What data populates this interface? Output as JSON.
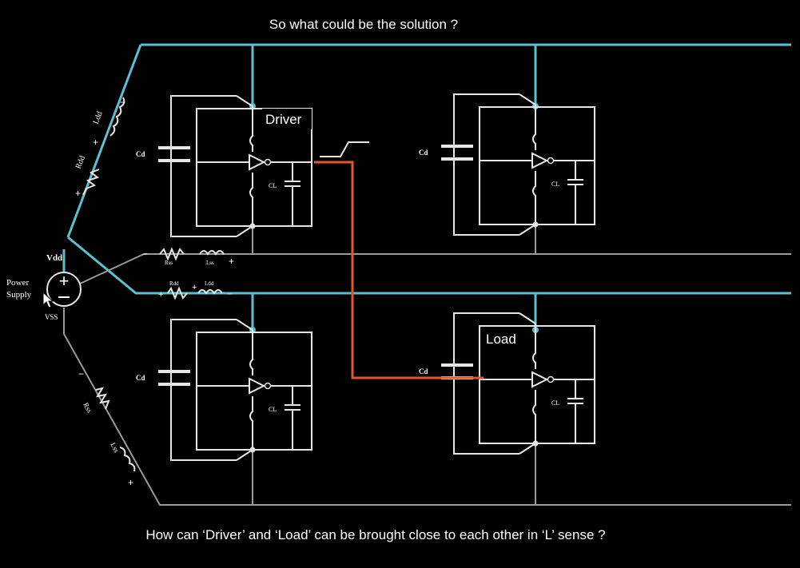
{
  "slide": {
    "title": "So what could be the solution ?",
    "caption": "How can ‘Driver’ and ‘Load’ can be brought close to each other in ‘L’ sense ?"
  },
  "labels": {
    "driver": "Driver",
    "load": "Load",
    "cd": "Cd",
    "cl": "CL",
    "vdd": "Vdd",
    "vss": "VSS",
    "power": "Power",
    "supply": "Supply",
    "ldd": "Ldd",
    "rdd": "Rdd",
    "rss": "Rss",
    "lss": "Lss",
    "plus": "+",
    "minus": "−"
  },
  "colors": {
    "vdd_rail": "#5bc0cf",
    "gnd_rail": "#9a9a9a",
    "circuit": "#e6e6e6",
    "signal": "#e8542c",
    "text": "#ffffff"
  }
}
